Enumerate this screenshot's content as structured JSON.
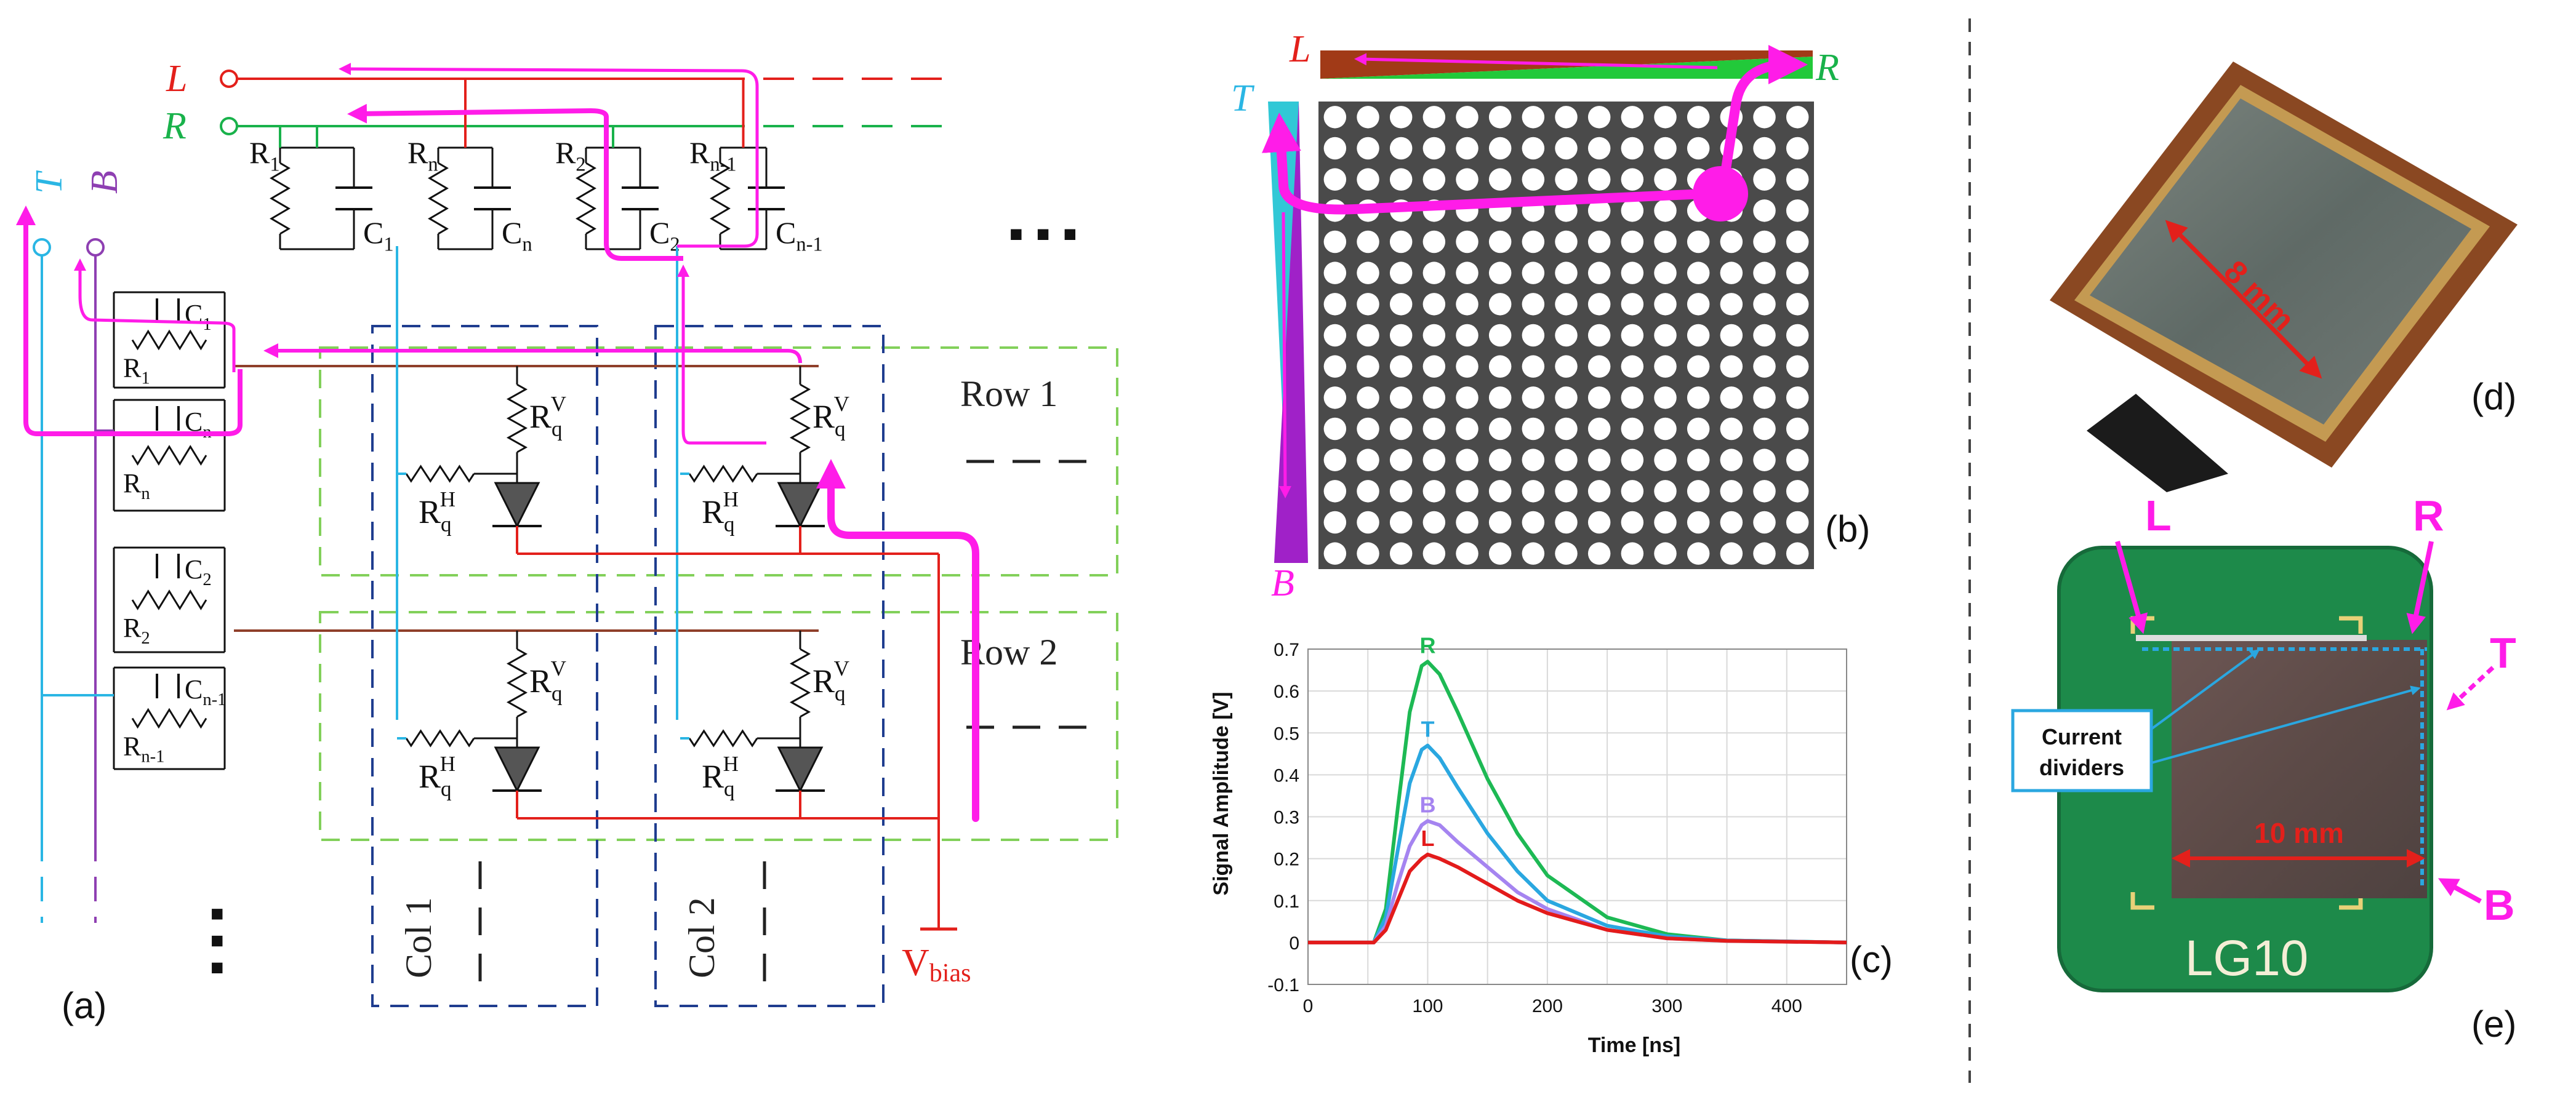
{
  "panels": {
    "a": {
      "label": "(a)",
      "lines": {
        "L": "L",
        "R": "R",
        "T": "T",
        "B": "B"
      },
      "top_resistors": [
        "R",
        "R",
        "R",
        "R"
      ],
      "top_resistor_subs": [
        "1",
        "n",
        "2",
        "n-1"
      ],
      "top_capacitors": [
        "C",
        "C",
        "C",
        "C"
      ],
      "top_capacitor_subs": [
        "1",
        "n",
        "2",
        "n-1"
      ],
      "left_resistors": [
        "R",
        "R",
        "R",
        "R"
      ],
      "left_resistor_subs": [
        "1",
        "n",
        "2",
        "n-1"
      ],
      "left_capacitors": [
        "C",
        "C",
        "C",
        "C"
      ],
      "left_capacitor_subs": [
        "1",
        "n",
        "2",
        "n-1"
      ],
      "rq": "R",
      "rq_sub": "q",
      "rq_v": "V",
      "rq_h": "H",
      "rows": [
        "Row 1",
        "Row 2"
      ],
      "cols": [
        "Col 1",
        "Col 2"
      ],
      "vbias": "V",
      "vbias_sub": "bias",
      "ellipsis_h": "■ ■ ■",
      "ellipsis_v": "■ ■ ■"
    },
    "b": {
      "label": "(b)",
      "corner_labels": {
        "L": "L",
        "R": "R",
        "T": "T",
        "B": "B"
      },
      "grid_rows": 15,
      "grid_cols": 15
    },
    "c": {
      "label": "(c)"
    },
    "d": {
      "label": "(d)",
      "dimension": "8 mm"
    },
    "e": {
      "label": "(e)",
      "dimension": "10 mm",
      "corner_labels": {
        "L": "L",
        "R": "R",
        "T": "T",
        "B": "B"
      },
      "callout_line1": "Current",
      "callout_line2": "dividers",
      "board_text": "LG10"
    }
  },
  "colors": {
    "red": "#e3201b",
    "green": "#19b24b",
    "cyan": "#2ab6e4",
    "purple": "#8e3fb2",
    "magenta": "#ff1ce8",
    "navy": "#1f3d8f",
    "lightgreen": "#82d05a",
    "brown": "#8f3f2a"
  },
  "chart_data": {
    "type": "line",
    "xlabel": "Time  [ns]",
    "ylabel": "Signal Amplitude  [V]",
    "xlim": [
      0,
      450
    ],
    "ylim": [
      -0.1,
      0.7
    ],
    "xticks": [
      0,
      100,
      200,
      300,
      400
    ],
    "yticks": [
      -0.1,
      0,
      0.1,
      0.2,
      0.3,
      0.4,
      0.5,
      0.6,
      0.7
    ],
    "grid": true,
    "series": [
      {
        "name": "R",
        "color": "#1db954",
        "peak": 0.67,
        "x": [
          0,
          55,
          65,
          75,
          85,
          95,
          100,
          110,
          125,
          150,
          175,
          200,
          250,
          300,
          350,
          450
        ],
        "values": [
          0,
          0,
          0.08,
          0.32,
          0.55,
          0.66,
          0.67,
          0.64,
          0.55,
          0.39,
          0.26,
          0.16,
          0.06,
          0.02,
          0.005,
          0
        ]
      },
      {
        "name": "T",
        "color": "#2aa7e0",
        "peak": 0.47,
        "x": [
          0,
          55,
          65,
          75,
          85,
          95,
          100,
          110,
          125,
          150,
          175,
          200,
          250,
          300,
          350,
          450
        ],
        "values": [
          0,
          0,
          0.06,
          0.22,
          0.38,
          0.46,
          0.47,
          0.44,
          0.37,
          0.26,
          0.17,
          0.1,
          0.04,
          0.015,
          0.005,
          0
        ]
      },
      {
        "name": "B",
        "color": "#a584f0",
        "peak": 0.29,
        "x": [
          0,
          55,
          65,
          75,
          85,
          95,
          100,
          110,
          125,
          150,
          175,
          200,
          250,
          300,
          350,
          450
        ],
        "values": [
          0,
          0,
          0.04,
          0.14,
          0.23,
          0.28,
          0.29,
          0.28,
          0.24,
          0.18,
          0.12,
          0.08,
          0.03,
          0.01,
          0.004,
          0
        ]
      },
      {
        "name": "L",
        "color": "#e31b1b",
        "peak": 0.21,
        "x": [
          0,
          55,
          65,
          75,
          85,
          95,
          100,
          110,
          125,
          150,
          175,
          200,
          250,
          300,
          350,
          450
        ],
        "values": [
          0,
          0,
          0.03,
          0.1,
          0.17,
          0.2,
          0.21,
          0.2,
          0.18,
          0.14,
          0.1,
          0.07,
          0.03,
          0.01,
          0.004,
          0
        ]
      }
    ]
  }
}
